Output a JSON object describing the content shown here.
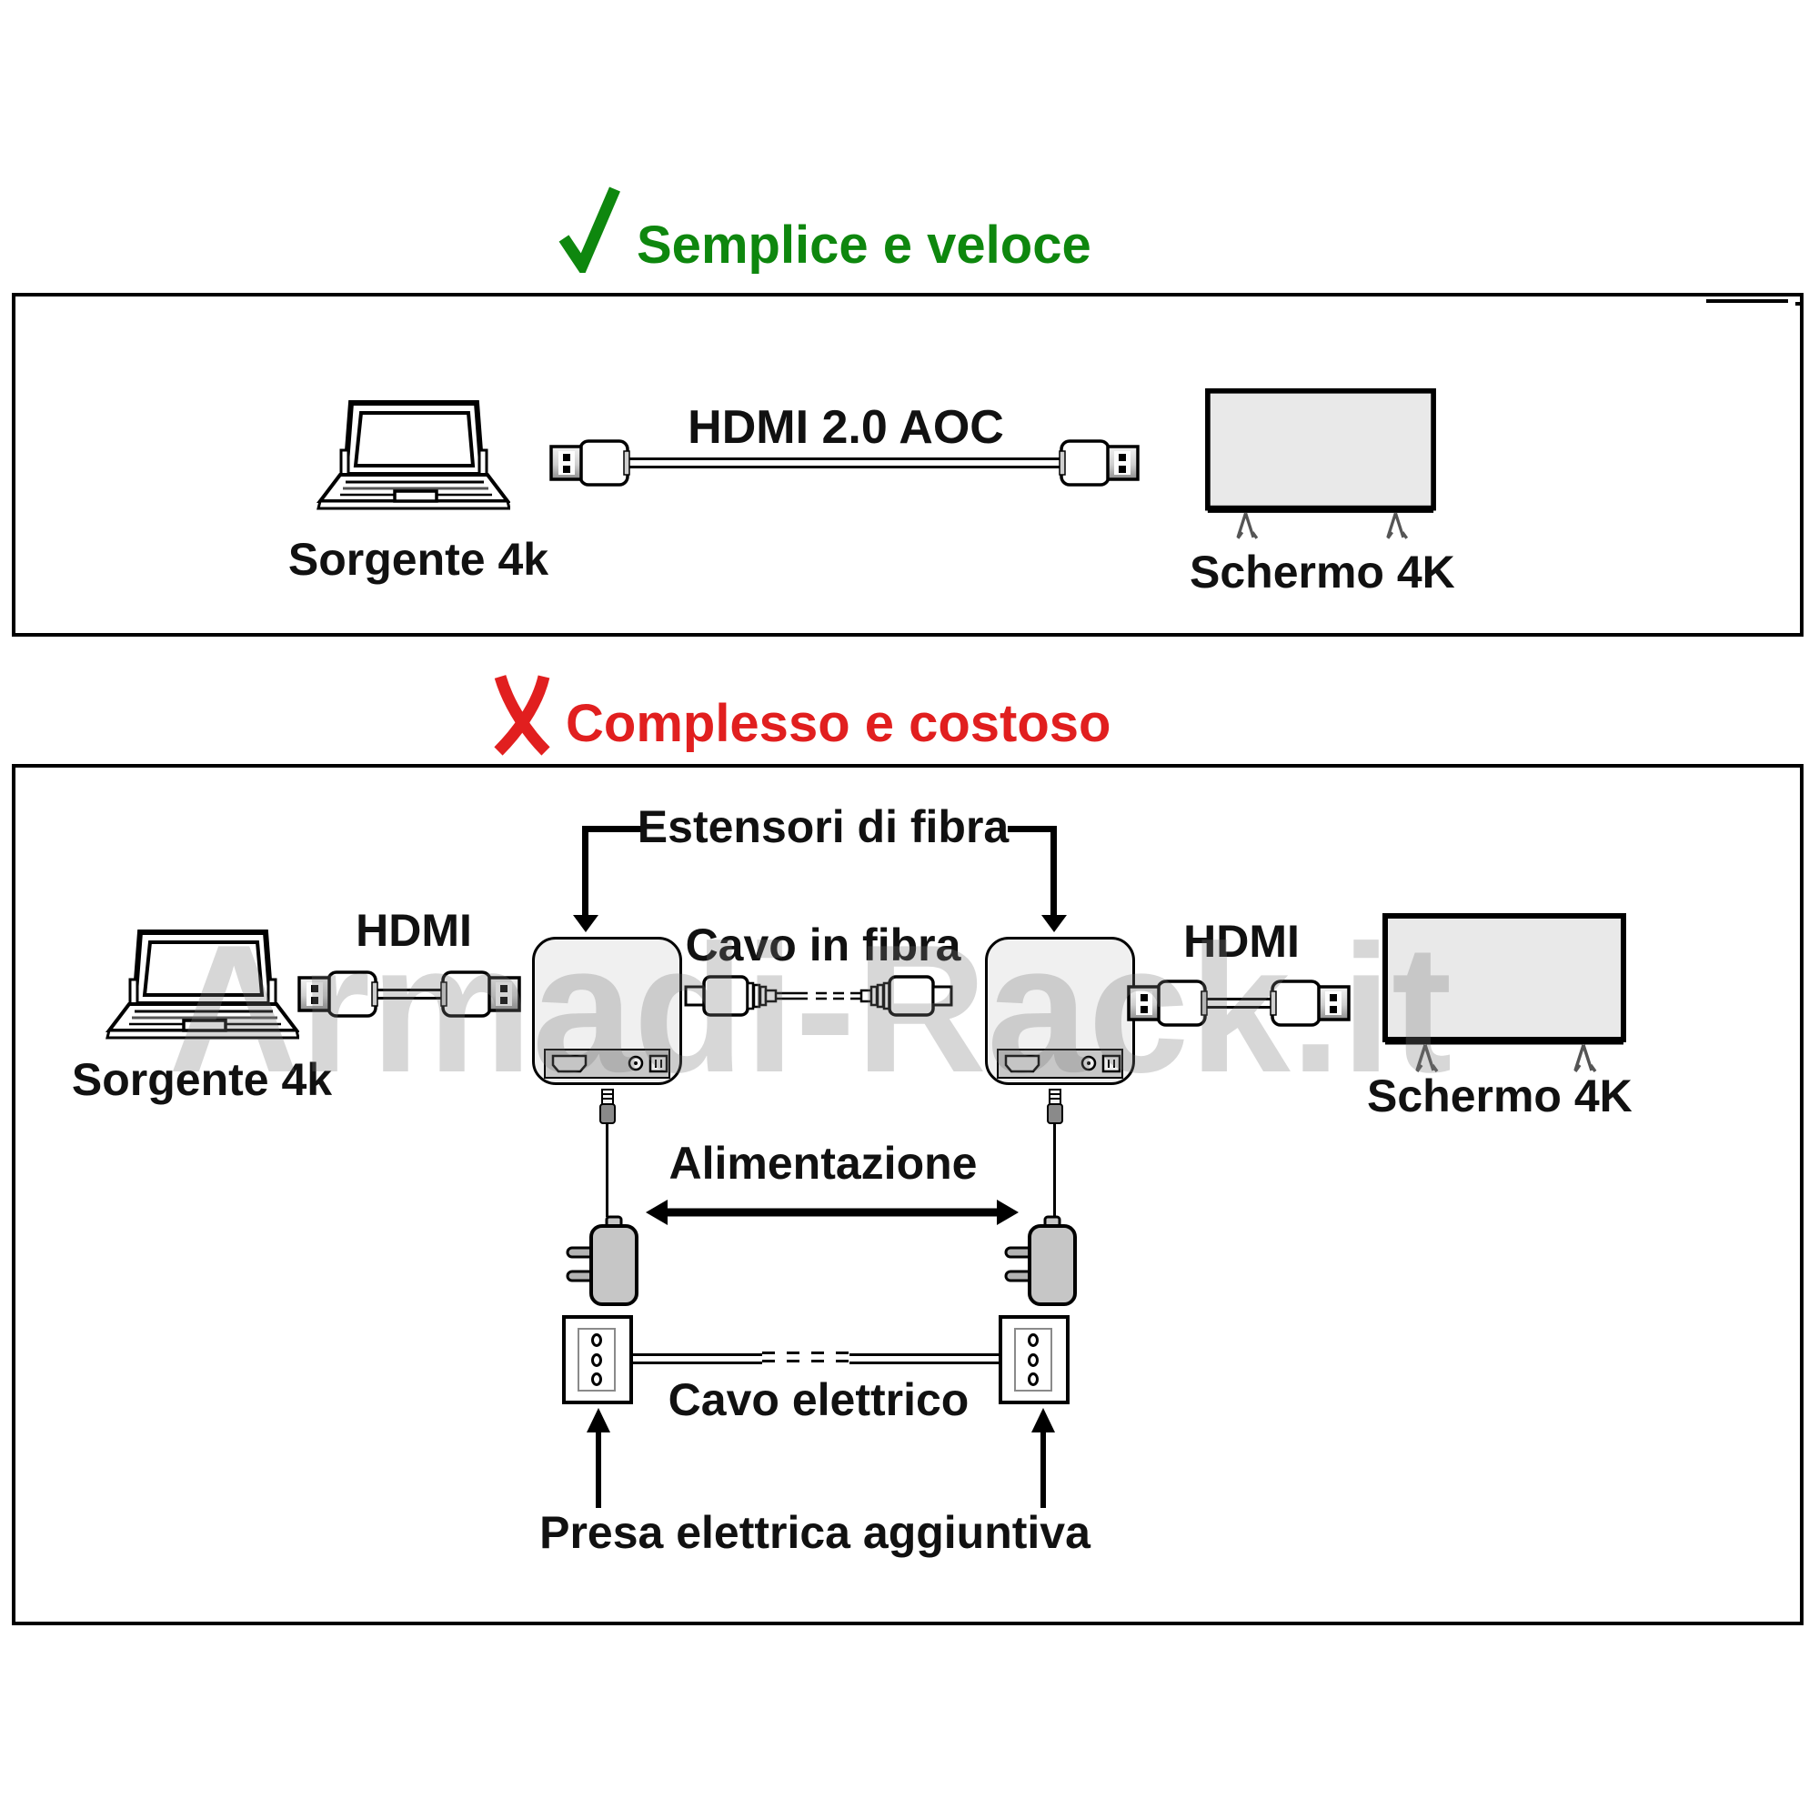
{
  "watermark": "Armadi-Rack.it",
  "colors": {
    "good_green": "#0e870e",
    "bad_red": "#e11f1f",
    "ink": "#111111",
    "screen_fill": "#e9e9e9",
    "device_fill": "#f0f0f0",
    "adapter_fill": "#c6c6c6"
  },
  "sections": {
    "good": {
      "title": "Semplice e veloce",
      "source": "Sorgente 4k",
      "cable": "HDMI 2.0 AOC",
      "screen": "Schermo 4K"
    },
    "bad": {
      "title": "Complesso e costoso",
      "extenders": "Estensori di fibra",
      "source": "Sorgente 4k",
      "hdmi_left": "HDMI",
      "hdmi_right": "HDMI",
      "fiber": "Cavo in fibra",
      "screen": "Schermo 4K",
      "power": "Alimentazione",
      "electric_cable": "Cavo elettrico",
      "outlet": "Presa elettrica aggiuntiva"
    }
  }
}
